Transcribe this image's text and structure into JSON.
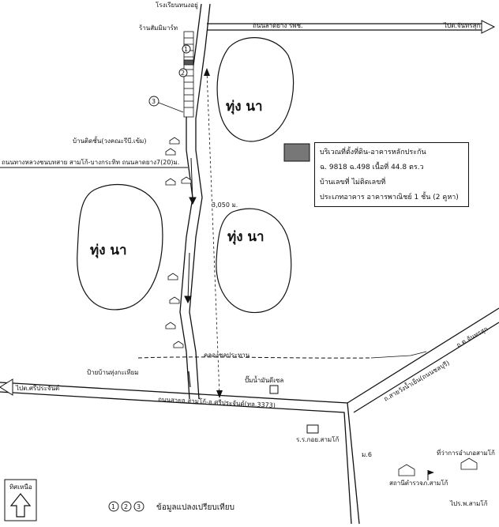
{
  "map": {
    "labels": {
      "school": "โรงเรียนทนงอยู่",
      "road_north_east": "ถนนลาดยาง รพช.",
      "to_east_north": "ไปต.จันทรสุก",
      "shop": "ร้านสัมมิมาร์ท",
      "house_near": "บ้านติดชั้น(วงคณะรีบี.เข้ม)",
      "road_west": "ถนนทางหลวงชนบทสาย สามโก้-บางกระทิท ถนนลาดยาง7(20)ม.",
      "distance": "3,050 ม.",
      "rice1": "ทุ่ง นา",
      "rice2": "ทุ่ง นา",
      "rice3": "ทุ่ง นา",
      "canal": "คลองชลประทาน",
      "canal_right": "ถ.ต.จันทรสุก",
      "sign": "ป้ายบ้านทุ่งกะเทียม",
      "pump": "ปั๊มน้ำมันดีเซล",
      "to_west": "ไปต.ศรีประจันต์",
      "main_road": "ถนนสายอ.สามโก้-อ.ศรีประจันต์(ทล.3373)",
      "road_east_diag": "ถ.สายวังน้ำเย็น(ถนนชลบุรี)",
      "school2": "ร.ร.กอย.สามโก้",
      "district_office": "ที่ว่าการอำเภอสามโก้",
      "police": "สถานีตำรวจภ.สามโก้",
      "mo6": "ม.6",
      "to_southeast": "ไปร.พ.สามโก้",
      "north": "ทิศเหนือ"
    },
    "markers": [
      "1",
      "2",
      "3"
    ],
    "legend_text": "ข้อมูลแปลงเปรียบเทียบ",
    "info_box": {
      "line1": "บริเวณที่ตั้งที่ดิน-อาคารหลักประกัน",
      "line2": "ฉ. 9818 ฉ.498 เนื้อที่ 44.8 ตร.ว",
      "line3": "บ้านเลขที่ ไม่ติดเลขที่",
      "line4": "ประเภทอาคาร อาคารพาณิชย์ 1 ชั้น (2 คูหา)"
    }
  }
}
